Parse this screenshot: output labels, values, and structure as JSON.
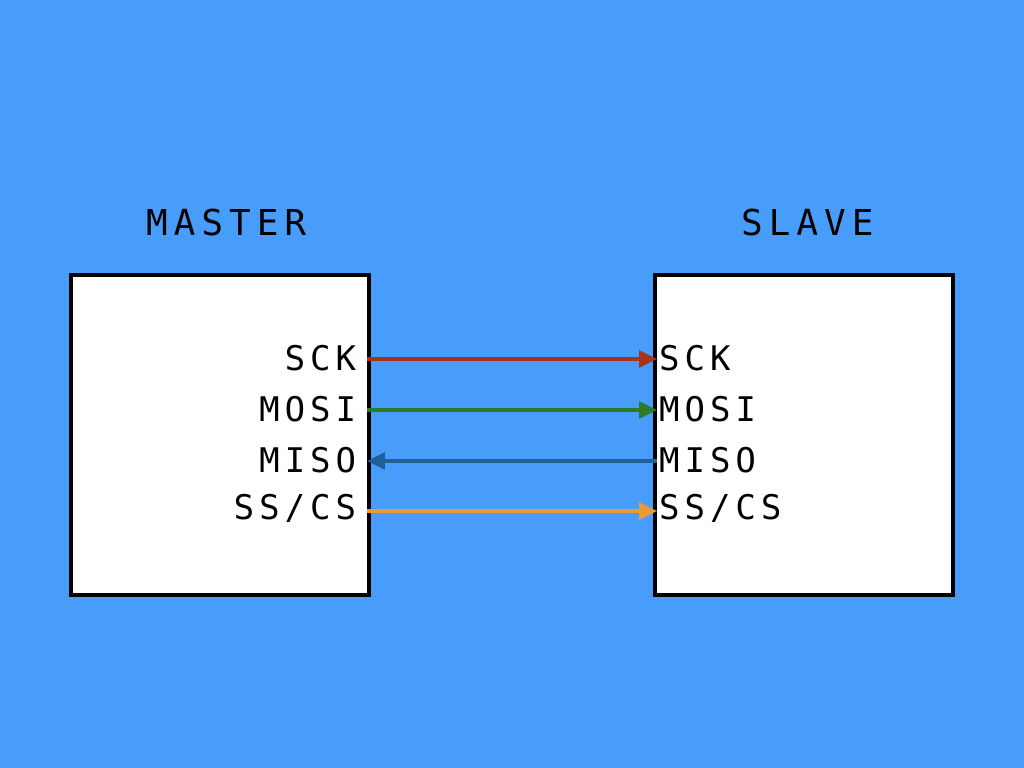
{
  "diagram": {
    "master": {
      "title": "MASTER",
      "pins": [
        "SCK",
        "MOSI",
        "MISO",
        "SS/CS"
      ]
    },
    "slave": {
      "title": "SLAVE",
      "pins": [
        "SCK",
        "MOSI",
        "MISO",
        "SS/CS"
      ]
    },
    "connections": [
      {
        "signal": "SCK",
        "direction": "master-to-slave",
        "color": "#a8321c"
      },
      {
        "signal": "MOSI",
        "direction": "master-to-slave",
        "color": "#2d7a2b"
      },
      {
        "signal": "MISO",
        "direction": "slave-to-master",
        "color": "#245e9a"
      },
      {
        "signal": "SS/CS",
        "direction": "master-to-slave",
        "color": "#ee9a34"
      }
    ]
  },
  "colors": {
    "background": "#489dfa",
    "box_fill": "#ffffff",
    "box_border": "#000000"
  }
}
